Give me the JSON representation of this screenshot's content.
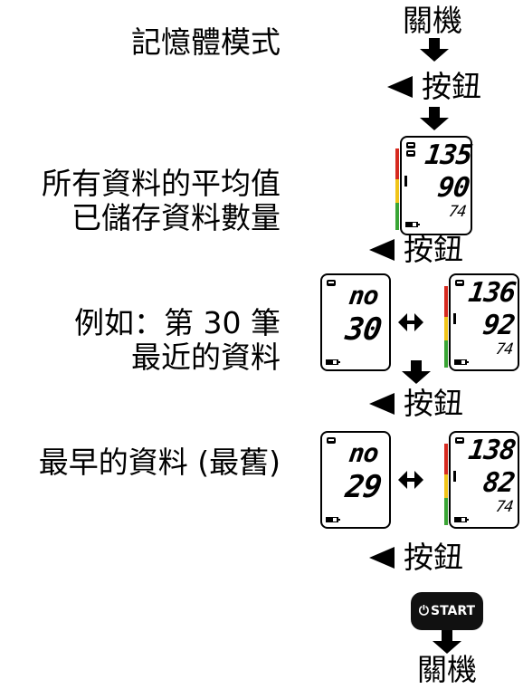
{
  "labels": {
    "memory_mode": "記憶體模式",
    "avg_line1": "所有資料的平均值",
    "avg_line2": "已儲存資料數量",
    "example_line1": "例如：第 30 筆",
    "example_line2": "最近的資料",
    "oldest": "最早的資料 (最舊)"
  },
  "flow": {
    "power_off_top": "關機",
    "power_off_bottom": "關機",
    "button_label": "按鈕",
    "start_button": "START",
    "power_symbol": "⏻"
  },
  "screens": {
    "average": {
      "sys": "135",
      "dia": "90",
      "pulse": "74"
    },
    "recent_index": {
      "top": "no",
      "num": "30"
    },
    "recent_reading": {
      "sys": "136",
      "dia": "92",
      "pulse": "74"
    },
    "oldest_index": {
      "top": "no",
      "num": "29"
    },
    "oldest_reading": {
      "sys": "138",
      "dia": "82",
      "pulse": "74"
    }
  },
  "colors": {
    "bar_red": "#d62a20",
    "bar_yellow": "#f0c419",
    "bar_green": "#3aa535"
  }
}
